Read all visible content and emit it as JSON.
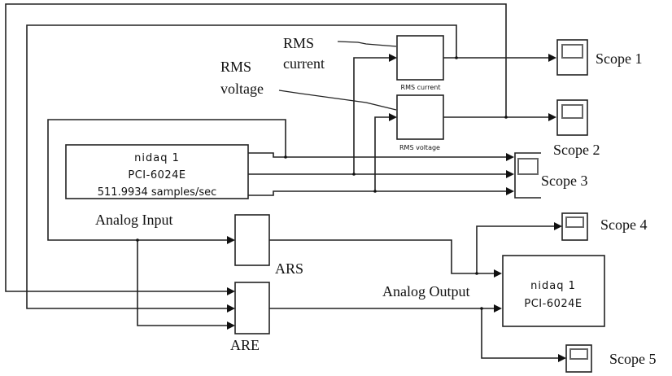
{
  "diagram": {
    "blocks": {
      "analog_input": {
        "lines": [
          "nidaq 1",
          "PCI-6024E",
          "511.9934 samples/sec"
        ],
        "caption": "Analog Input"
      },
      "rms_current": {
        "label": "RMS current"
      },
      "rms_voltage": {
        "label": "RMS voltage"
      },
      "ars": {
        "caption": "ARS"
      },
      "are": {
        "caption": "ARE"
      },
      "analog_output": {
        "lines": [
          "nidaq 1",
          "PCI-6024E"
        ],
        "caption": "Analog Output"
      }
    },
    "scopes": [
      "Scope 1",
      "Scope 2",
      "Scope 3",
      "Scope 4",
      "Scope 5"
    ],
    "annotations": {
      "rms_current": [
        "RMS",
        "current"
      ],
      "rms_voltage": [
        "RMS",
        "voltage"
      ]
    }
  }
}
